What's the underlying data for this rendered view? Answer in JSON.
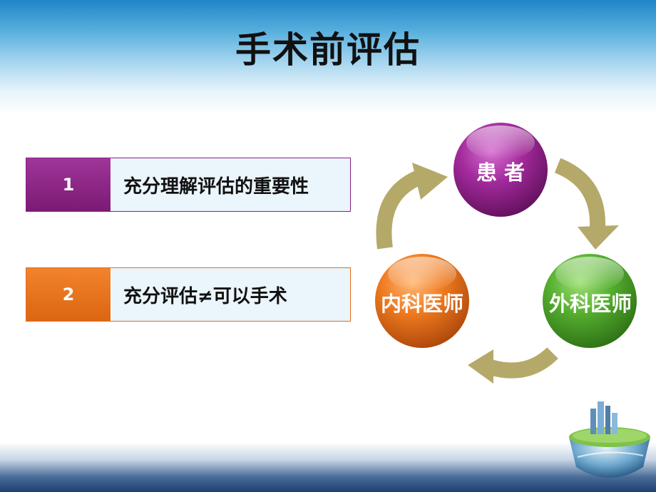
{
  "slide": {
    "title": "手术前评估",
    "items": [
      {
        "number": "1",
        "text": "充分理解评估的重要性",
        "color": "#8a1e83"
      },
      {
        "number": "2",
        "text": "充分评估≠可以手术",
        "color": "#e56d15"
      }
    ],
    "cycle": {
      "nodes": [
        {
          "label": "患 者",
          "color": "#8a1e83"
        },
        {
          "label": "外科医师",
          "color": "#4a9a2a"
        },
        {
          "label": "内科医师",
          "color": "#e06a14"
        }
      ],
      "arrow_color": "#b5a96a"
    }
  }
}
